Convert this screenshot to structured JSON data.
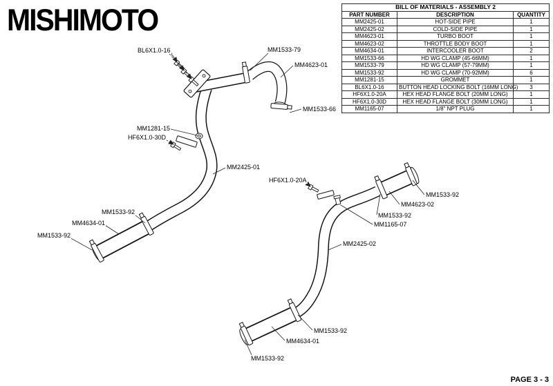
{
  "brand": {
    "logo_text": "MISHIMOTO"
  },
  "footer": {
    "page_number": "PAGE 3 - 3"
  },
  "bom": {
    "title": "BILL OF MATERIALS - ASSEMBLY 2",
    "columns": {
      "part": "PART NUMBER",
      "desc": "DESCRIPTION",
      "qty": "QUANTITY"
    },
    "rows": [
      {
        "part": "MM2425-01",
        "desc": "HOT-SIDE PIPE",
        "qty": "1"
      },
      {
        "part": "MM2425-02",
        "desc": "COLD-SIDE PIPE",
        "qty": "1"
      },
      {
        "part": "MM4623-01",
        "desc": "TURBO BOOT",
        "qty": "1"
      },
      {
        "part": "MM4623-02",
        "desc": "THROTTLE BODY BOOT",
        "qty": "1"
      },
      {
        "part": "MM4634-01",
        "desc": "INTERCOOLER BOOT",
        "qty": "2"
      },
      {
        "part": "MM1533-66",
        "desc": "HD WG CLAMP (45-66MM)",
        "qty": "1"
      },
      {
        "part": "MM1533-79",
        "desc": "HD WG CLAMP (57-79MM)",
        "qty": "1"
      },
      {
        "part": "MM1533-92",
        "desc": "HD WG CLAMP (70-92MM)",
        "qty": "6"
      },
      {
        "part": "MM1281-15",
        "desc": "GROMMET",
        "qty": "1"
      },
      {
        "part": "BL6X1.0-16",
        "desc": "BUTTON HEAD LOCKING BOLT (16MM LONG)",
        "qty": "3"
      },
      {
        "part": "HF6X1.0-20A",
        "desc": "HEX HEAD FLANGE BOLT (20MM LONG)",
        "qty": "1"
      },
      {
        "part": "HF6X1.0-30D",
        "desc": "HEX HEAD FLANGE BOLT (30MM LONG)",
        "qty": "1"
      },
      {
        "part": "MM1165-07",
        "desc": "1/8\" NPT PLUG",
        "qty": "1"
      }
    ]
  },
  "diagram": {
    "labels": [
      {
        "text": "BL6X1.0-16"
      },
      {
        "text": "MM1533-79"
      },
      {
        "text": "MM4623-01"
      },
      {
        "text": "MM1533-66"
      },
      {
        "text": "MM1281-15"
      },
      {
        "text": "HF6X1.0-30D"
      },
      {
        "text": "MM2425-01"
      },
      {
        "text": "HF6X1.0-20A"
      },
      {
        "text": "MM1533-92"
      },
      {
        "text": "MM4623-02"
      },
      {
        "text": "MM1533-92"
      },
      {
        "text": "MM1165-07"
      },
      {
        "text": "MM1533-92"
      },
      {
        "text": "MM4634-01"
      },
      {
        "text": "MM1533-92"
      },
      {
        "text": "MM2425-02"
      },
      {
        "text": "MM1533-92"
      },
      {
        "text": "MM4634-01"
      },
      {
        "text": "MM1533-92"
      }
    ]
  }
}
